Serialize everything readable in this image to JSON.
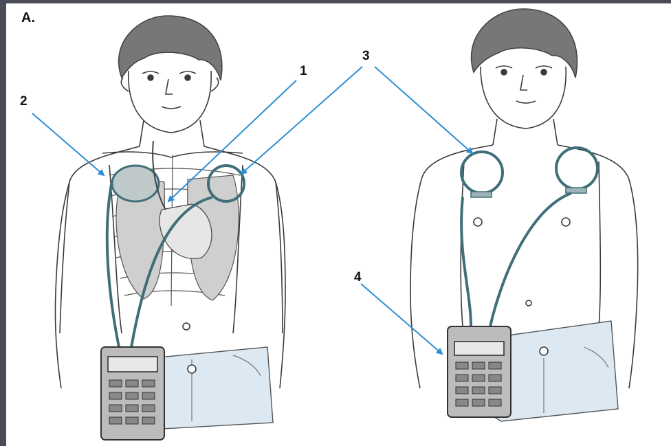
{
  "figure": {
    "panel_label": "A.",
    "callouts": [
      {
        "id": "1",
        "text": "1"
      },
      {
        "id": "2",
        "text": "2"
      },
      {
        "id": "3",
        "text": "3"
      },
      {
        "id": "4",
        "text": "4"
      }
    ]
  },
  "colors": {
    "arrow": "#2b8fd6",
    "cable": "#3f6f78",
    "line_art": "#3a3a3a",
    "jeans": "#dce9f3"
  }
}
